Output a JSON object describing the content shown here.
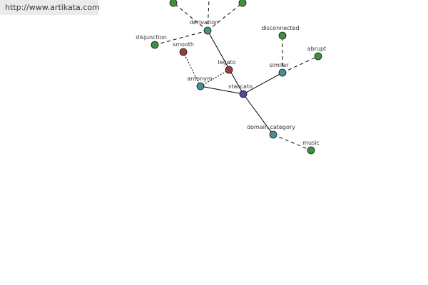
{
  "banner": {
    "url_text": "http://www.artikata.com"
  },
  "colors": {
    "center": "#4a4aa0",
    "relation": "#4a8f8f",
    "term": "#3f8f3f",
    "antonym_term": "#9e3b3b"
  },
  "nodes": {
    "staccato": {
      "label": "staccato"
    },
    "derivation": {
      "label": "derivation"
    },
    "antonym": {
      "label": "antonym"
    },
    "similar": {
      "label": "similar"
    },
    "domain_category": {
      "label": "domain category"
    },
    "legato": {
      "label": "legato"
    },
    "smooth": {
      "label": "smooth"
    },
    "disjunction": {
      "label": "disjunction"
    },
    "disconnected": {
      "label": "disconnected"
    },
    "abrupt": {
      "label": "abrupt"
    },
    "music": {
      "label": "music"
    },
    "top_left": {
      "label": ""
    },
    "top_right": {
      "label": ""
    }
  }
}
